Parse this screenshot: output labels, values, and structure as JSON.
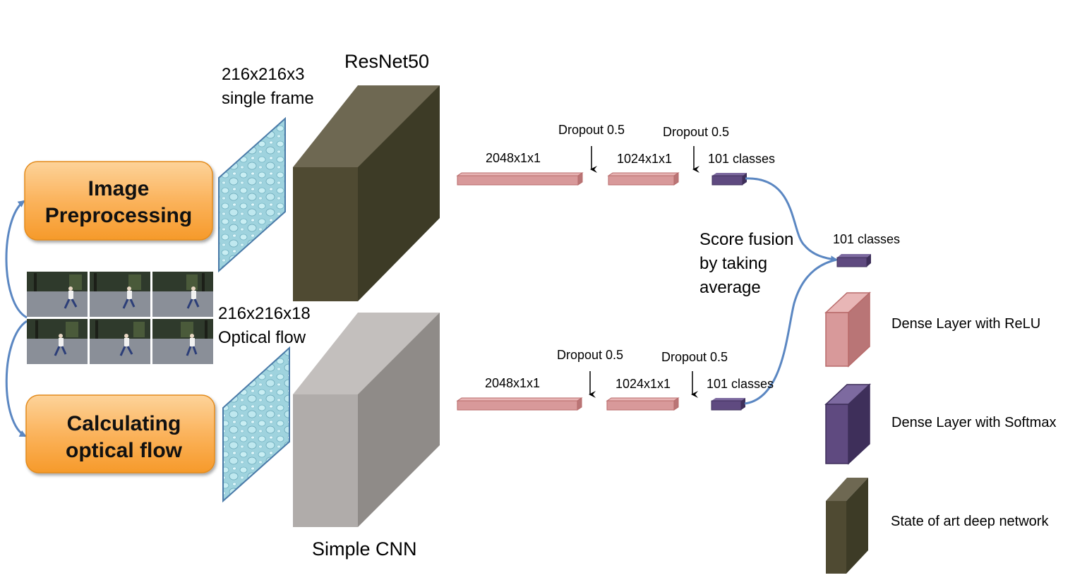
{
  "preprocess": {
    "image_label": [
      "Image",
      "Preprocessing"
    ],
    "flow_label": [
      "Calculating",
      "optical flow"
    ]
  },
  "inputs": {
    "rgb_size": "216x216x3",
    "rgb_desc": "single frame",
    "flow_size": "216x216x18",
    "flow_desc": "Optical flow"
  },
  "networks": {
    "top": "ResNet50",
    "bottom": "Simple CNN"
  },
  "top_branch": {
    "dense1": "2048x1x1",
    "dropout1": "Dropout 0.5",
    "dense2": "1024x1x1",
    "dropout2": "Dropout 0.5",
    "output": "101 classes"
  },
  "bottom_branch": {
    "dense1": "2048x1x1",
    "dropout1": "Dropout 0.5",
    "dense2": "1024x1x1",
    "dropout2": "Dropout 0.5",
    "output": "101 classes"
  },
  "fusion": {
    "text": [
      "Score fusion",
      "by taking",
      "average"
    ],
    "output": "101 classes"
  },
  "legend": {
    "relu": "Dense Layer with ReLU",
    "softmax": "Dense Layer with Softmax",
    "deepnet": "State of art deep network"
  },
  "colors": {
    "orange_box": "#f9a94a",
    "dense_relu": "#d8999a",
    "dense_softmax": "#5f4a80",
    "deep_network": "#4f4a32",
    "simple_cnn": "#b0acaa",
    "arrow": "#5b87c2"
  }
}
